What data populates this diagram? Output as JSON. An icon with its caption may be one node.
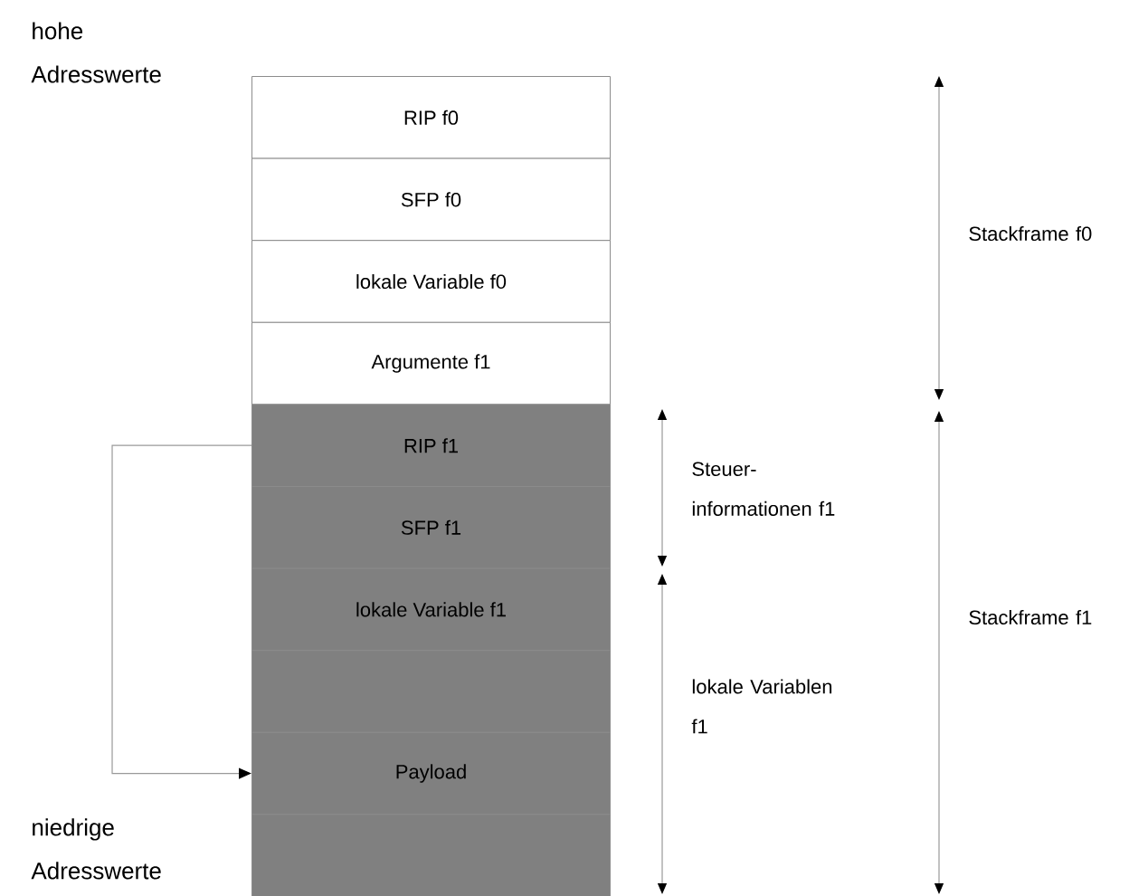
{
  "diagram": {
    "nodes": [
      {
        "text": [
          "RIP f0"
        ]
      },
      {
        "text": [
          "SFP f0"
        ]
      },
      {
        "text": [
          "lokale Variable f0"
        ]
      },
      {
        "text": [
          "Argumente f1"
        ]
      },
      {
        "text": [
          "RIP f1"
        ]
      },
      {
        "text": [
          "SFP f1"
        ]
      },
      {
        "text": [
          "lokale Variable f1"
        ]
      },
      {
        "text": [],
        "shape": "box"
      },
      {
        "text": [
          "Payload"
        ]
      },
      {
        "text": [],
        "shape": "box"
      }
    ],
    "edges": [
      {
        "from": 4,
        "to": 8,
        "arrow": "to"
      }
    ],
    "labels": [
      "hohe Adresswerte",
      "Stackframe f0",
      "Steuer- informationen f1",
      "Stackframe f1",
      "lokale Variablen f1",
      "niedrige Adresswerte"
    ]
  }
}
